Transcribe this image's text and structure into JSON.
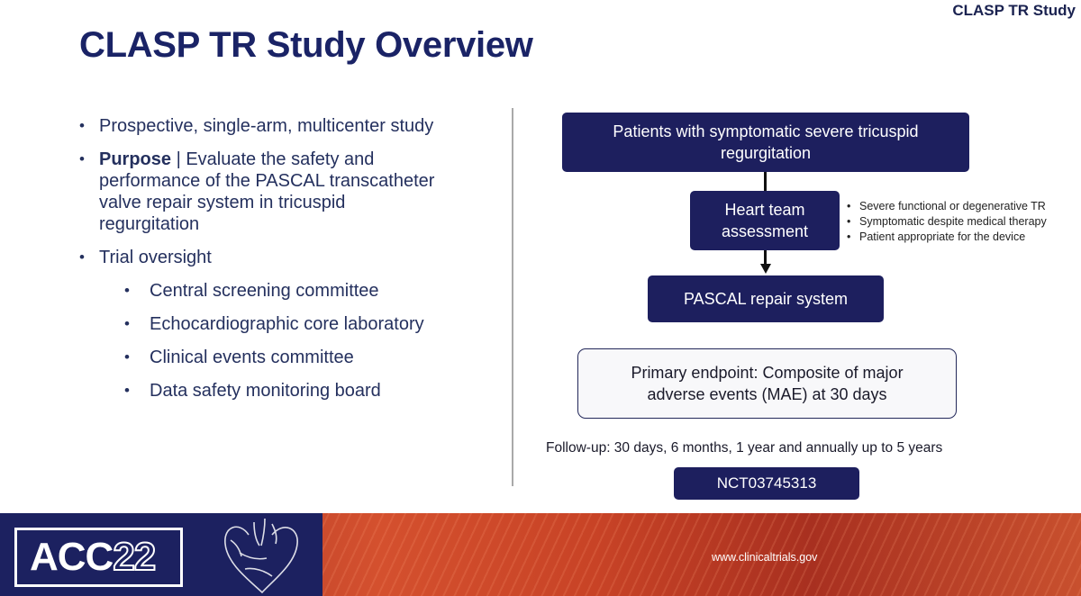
{
  "header": {
    "corner_tag": "CLASP TR Study",
    "title": "CLASP TR Study Overview"
  },
  "left_list": {
    "item1": "Prospective, single-arm, multicenter study",
    "purpose_bold": "Purpose",
    "purpose_line1": " | Evaluate the safety and",
    "purpose_line2": "performance of the PASCAL transcatheter",
    "purpose_line3": "valve repair system in tricuspid",
    "purpose_line4": "regurgitation",
    "item3": "Trial oversight",
    "sub_items": [
      "Central screening committee",
      "Echocardiographic core laboratory",
      "Clinical events committee",
      "Data safety monitoring board"
    ]
  },
  "flow": {
    "patients_line1": "Patients with symptomatic severe tricuspid",
    "patients_line2": "regurgitation",
    "heart_line1": "Heart team",
    "heart_line2": "assessment",
    "criteria": [
      "Severe functional or degenerative TR",
      "Symptomatic despite medical therapy",
      "Patient appropriate for the device"
    ],
    "pascal": "PASCAL repair system",
    "endpoint_line1": "Primary endpoint: Composite of major",
    "endpoint_line2": "adverse events (MAE) at 30 days",
    "followup": "Follow-up: 30 days, 6 months, 1 year and annually up to 5 years",
    "nct": "NCT03745313"
  },
  "footer": {
    "logo_acc": "ACC",
    "logo_year": "22",
    "url": "www.clinicaltrials.gov"
  },
  "colors": {
    "navy": "#1d1f5e",
    "title": "#1a2366",
    "footer_orange": "#d4502e"
  }
}
